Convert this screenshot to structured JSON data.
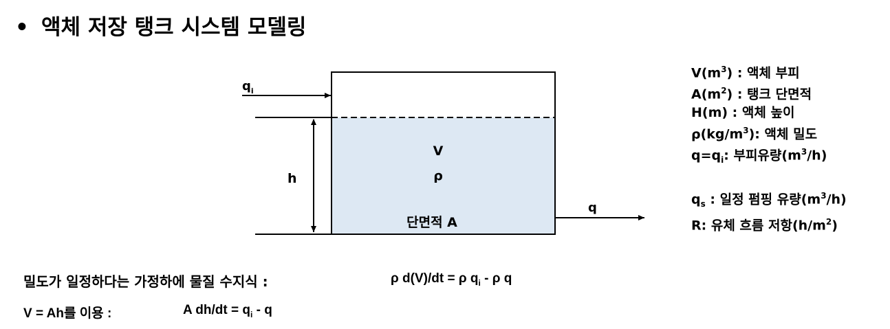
{
  "title": {
    "bullet": "•",
    "text": "액체 저장 탱크 시스템 모델링"
  },
  "diagram": {
    "inflow_label": {
      "base": "q",
      "sub": "i"
    },
    "volume_label": "V",
    "density_label": "ρ",
    "area_label": "단면적 A",
    "height_label": "h",
    "outflow_label": "q",
    "colors": {
      "liquid": "#dde8f3",
      "stroke": "#000000"
    }
  },
  "definitions": [
    {
      "pre": "V(m",
      "sup": "3",
      "post": ") : 액체 부피"
    },
    {
      "pre": "A(m",
      "sup": "2",
      "post": ") : 탱크 단면적"
    },
    {
      "pre": "H(m)  : 액체 높이",
      "sup": "",
      "post": ""
    },
    {
      "pre": "ρ(kg/m",
      "sup": "3",
      "post": "): 액체 밀도"
    },
    {
      "pre": "q=q",
      "sub": "i",
      "mid": ": 부피유량(m",
      "sup": "3",
      "post": "/h)"
    },
    {
      "pre": "q",
      "sub": "s",
      "mid": " : 일정 펌핑 유량(m",
      "sup": "3",
      "post": "/h)"
    },
    {
      "pre": "R: 유체 흐름 저항(h/m",
      "sup": "2",
      "post": ")"
    }
  ],
  "equations": {
    "mass_balance_label": "밀도가 일정하다는 가정하에 물질 수지식 :",
    "mass_balance": {
      "pre": "ρ d(V)/dt = ρ q",
      "sub": "i",
      "post": " - ρ q"
    },
    "volume_label": "V = Ah를 이용 :",
    "volume_eq": {
      "pre": "A dh/dt = q",
      "sub": "i",
      "post": " - q"
    }
  }
}
